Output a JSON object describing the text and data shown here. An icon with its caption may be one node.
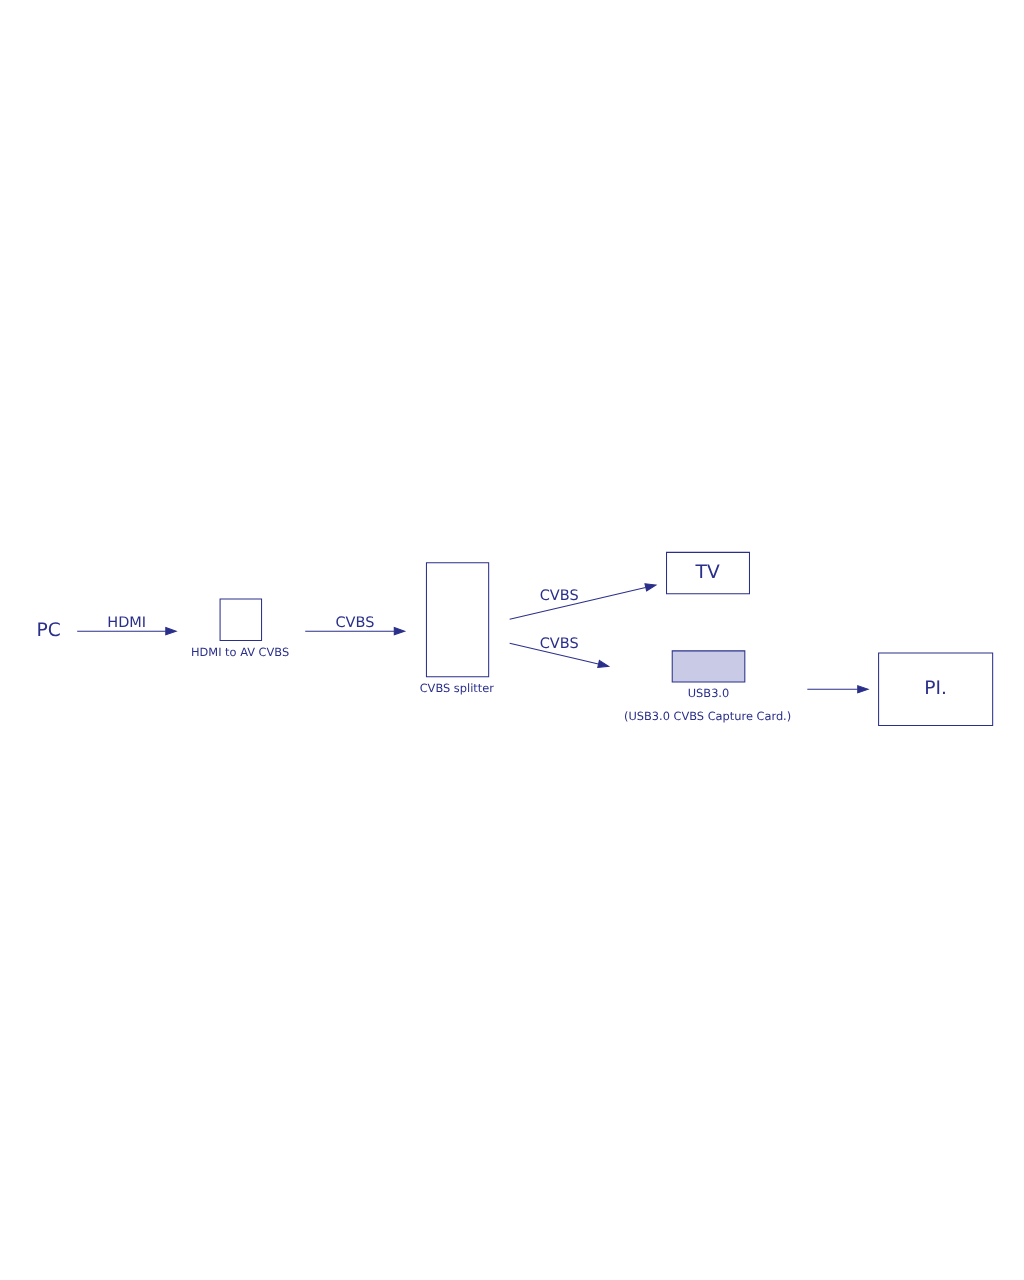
{
  "diagram": {
    "nodes": [
      {
        "text": [
          "PC"
        ]
      },
      {
        "text": [],
        "shape": "box",
        "beside": [
          "HDMI to AV CVBS"
        ]
      },
      {
        "text": [],
        "shape": "box",
        "beside": [
          "CVBS splitter"
        ]
      },
      {
        "text": [
          "TV"
        ]
      },
      {
        "text": [],
        "shape": "box",
        "beside": [
          "USB3.0",
          "(USB3.0 CVBS Capture Card.)"
        ]
      },
      {
        "text": [
          "PI."
        ]
      }
    ],
    "edges": [
      {
        "from": 0,
        "to": 1,
        "arrow": "to",
        "label": "HDMI"
      },
      {
        "from": 1,
        "to": 2,
        "arrow": "to",
        "label": "CVBS"
      },
      {
        "from": 2,
        "to": 3,
        "arrow": "to",
        "label": "CVBS"
      },
      {
        "from": 2,
        "to": 4,
        "arrow": "to",
        "label": "CVBS"
      },
      {
        "from": 4,
        "to": 5,
        "arrow": "to"
      }
    ]
  }
}
